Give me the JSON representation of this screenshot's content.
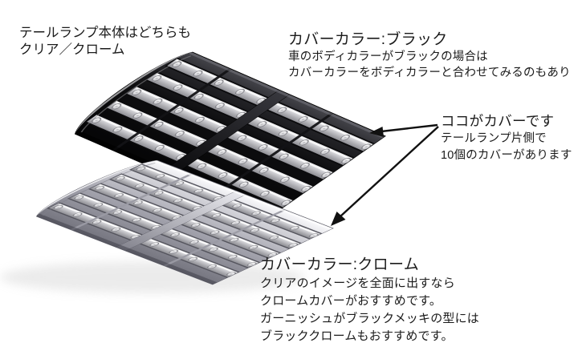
{
  "image": {
    "background": "#ffffff",
    "subject": "alphard-vellfire-led-tail-lamp-cover-color-comparison",
    "colors": {
      "text": "#1b1b1b",
      "arrow": "#111111",
      "black_cover": "#121214",
      "chrome_cover": "#a9a9b2",
      "lens": "#d8d8db"
    }
  },
  "notes": {
    "both_bodies": {
      "line1": "テールランプ本体はどちらも",
      "line2": "クリア／クローム"
    },
    "black": {
      "title": "カバーカラー:ブラック",
      "line1": "車のボディカラーがブラックの場合は",
      "line2": "カバーカラーをボディカラーと合わせてみるのもあり"
    },
    "callout": {
      "title": "ココがカバーです",
      "line1": "テールランプ片側で",
      "line2": "10個のカバーがあります"
    },
    "chrome": {
      "title": "カバーカラー:クローム",
      "line1": "クリアのイメージを全面に出すなら",
      "line2": "クロームカバーがおすすめです。",
      "line3": "ガーニッシュがブラックメッキの型には",
      "line4": "ブラッククロームもおすすめです。"
    }
  }
}
